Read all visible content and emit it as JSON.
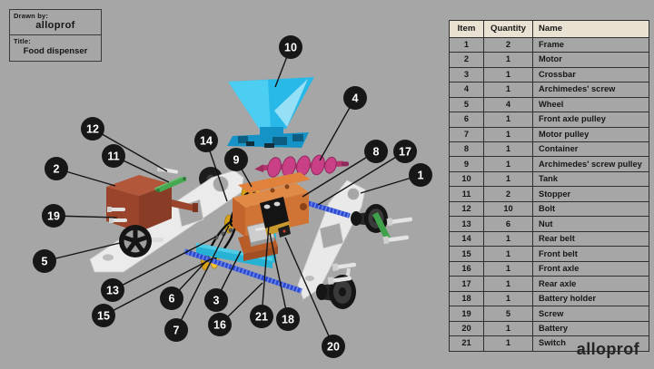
{
  "title_block": {
    "drawn_by_label": "Drawn by:",
    "drawn_by_value": "alloprof",
    "title_label": "Title:",
    "title_value": "Food dispenser"
  },
  "footer": {
    "logo": "alloprof"
  },
  "table": {
    "columns": [
      "Item",
      "Quantity",
      "Name"
    ],
    "rows": [
      [
        "1",
        "2",
        "Frame"
      ],
      [
        "2",
        "1",
        "Motor"
      ],
      [
        "3",
        "1",
        "Crossbar"
      ],
      [
        "4",
        "1",
        "Archimedes' screw"
      ],
      [
        "5",
        "4",
        "Wheel"
      ],
      [
        "6",
        "1",
        "Front axle pulley"
      ],
      [
        "7",
        "1",
        "Motor pulley"
      ],
      [
        "8",
        "1",
        "Container"
      ],
      [
        "9",
        "1",
        "Archimedes' screw pulley"
      ],
      [
        "10",
        "1",
        "Tank"
      ],
      [
        "11",
        "2",
        "Stopper"
      ],
      [
        "12",
        "10",
        "Bolt"
      ],
      [
        "13",
        "6",
        "Nut"
      ],
      [
        "14",
        "1",
        "Rear belt"
      ],
      [
        "15",
        "1",
        "Front belt"
      ],
      [
        "16",
        "1",
        "Front axle"
      ],
      [
        "17",
        "1",
        "Rear axle"
      ],
      [
        "18",
        "1",
        "Battery holder"
      ],
      [
        "19",
        "5",
        "Screw"
      ],
      [
        "20",
        "1",
        "Battery"
      ],
      [
        "21",
        "1",
        "Switch"
      ]
    ]
  },
  "callouts": [
    {
      "number": "1",
      "part": "Frame"
    },
    {
      "number": "2",
      "part": "Motor"
    },
    {
      "number": "3",
      "part": "Crossbar"
    },
    {
      "number": "4",
      "part": "Archimedes' screw"
    },
    {
      "number": "5",
      "part": "Wheel"
    },
    {
      "number": "6",
      "part": "Front axle pulley"
    },
    {
      "number": "7",
      "part": "Motor pulley"
    },
    {
      "number": "8",
      "part": "Container"
    },
    {
      "number": "9",
      "part": "Archimedes' screw pulley"
    },
    {
      "number": "10",
      "part": "Tank"
    },
    {
      "number": "11",
      "part": "Stopper"
    },
    {
      "number": "12",
      "part": "Bolt"
    },
    {
      "number": "13",
      "part": "Nut"
    },
    {
      "number": "14",
      "part": "Rear belt"
    },
    {
      "number": "15",
      "part": "Front belt"
    },
    {
      "number": "16",
      "part": "Front axle"
    },
    {
      "number": "17",
      "part": "Rear axle"
    },
    {
      "number": "18",
      "part": "Battery holder"
    },
    {
      "number": "19",
      "part": "Screw"
    },
    {
      "number": "20",
      "part": "Battery"
    },
    {
      "number": "21",
      "part": "Switch"
    }
  ],
  "colors": {
    "background": "#a6a6a6",
    "table_header": "#e9e2d3",
    "callout": "#171717",
    "callout_text": "#ffffff",
    "tank_cyan": "#29b9e8",
    "screw_magenta": "#c13a7c",
    "motor_red": "#9a452b",
    "stopper_green": "#46a851",
    "container_orange": "#cf7434",
    "pulley_yellow": "#f0bc27",
    "axle_blue": "#2b49cf",
    "crossbar_cyan": "#25b2d4"
  }
}
